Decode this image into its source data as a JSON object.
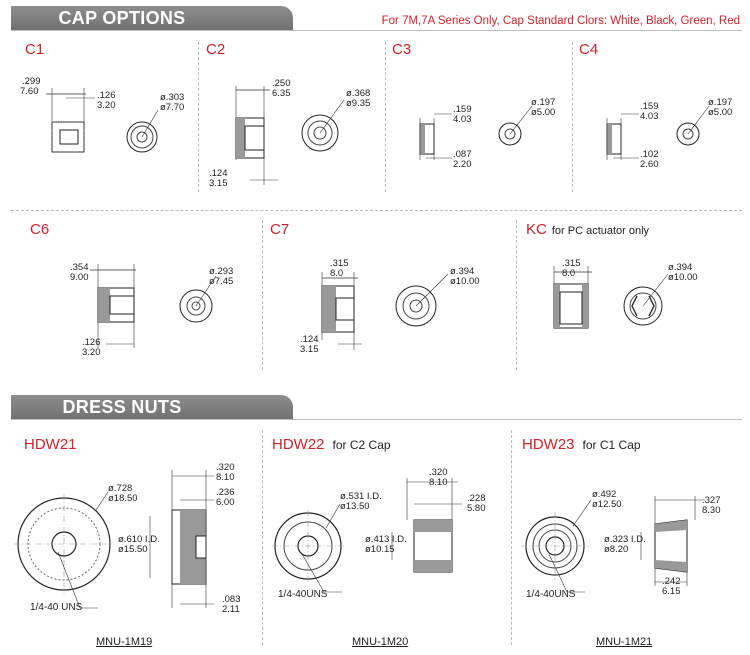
{
  "cap_section": {
    "title": "CAP OPTIONS",
    "note": "For 7M,7A Series Only, Cap Standard Clors: White, Black, Green, Red",
    "caps": [
      {
        "id": "C1",
        "label": "C1",
        "dims": [
          "7.60",
          ".126",
          "3.20",
          "ø.303",
          "ø7.70"
        ],
        "dim_top": ".299"
      },
      {
        "id": "C2",
        "label": "C2",
        "dims": [
          ".250",
          "6.35",
          "ø.368",
          "ø9.35",
          ".124",
          "3.15"
        ]
      },
      {
        "id": "C3",
        "label": "C3",
        "dims": [
          ".159",
          "4.03",
          "ø.197",
          "ø5.00",
          ".087",
          "2.20"
        ]
      },
      {
        "id": "C4",
        "label": "C4",
        "dims": [
          ".159",
          "4.03",
          "ø.197",
          "ø5.00",
          ".102",
          "2.60"
        ]
      },
      {
        "id": "C6",
        "label": "C6",
        "dims": [
          ".354",
          "9.00",
          "ø.293",
          "ø7.45",
          ".126",
          "3.20"
        ]
      },
      {
        "id": "C7",
        "label": "C7",
        "dims": [
          ".315",
          "8.0",
          "ø.394",
          "ø10.00",
          ".124",
          "3.15"
        ]
      },
      {
        "id": "KC",
        "label": "KC",
        "sub": "for PC actuator only",
        "dims": [
          ".315",
          "8.0",
          "ø.394",
          "ø10.00"
        ]
      }
    ]
  },
  "nuts_section": {
    "title": "DRESS NUTS",
    "nuts": [
      {
        "id": "HDW21",
        "label": "HDW21",
        "sub": "",
        "thread": "1/4-40 UNS",
        "part": "MNU-1M19",
        "dims": [
          "ø.728",
          "ø18.50",
          "ø.610 I.D.",
          "ø15.50",
          ".320",
          "8.10",
          ".236",
          "6.00",
          ".083",
          "2.11"
        ]
      },
      {
        "id": "HDW22",
        "label": "HDW22",
        "sub": "for C2 Cap",
        "thread": "1/4-40UNS",
        "part": "MNU-1M20",
        "dims": [
          "ø.531 I.D.",
          "ø13.50",
          "ø.413 I.D.",
          "ø10.15",
          ".320",
          "8.10",
          ".228",
          "5.80"
        ]
      },
      {
        "id": "HDW23",
        "label": "HDW23",
        "sub": "for C1 Cap",
        "thread": "1/4-40UNS",
        "part": "MNU-1M21",
        "dims": [
          "ø.492",
          "ø12.50",
          "ø.323 I.D.",
          "ø8.20",
          ".327",
          "8.30",
          ".242",
          "6.15"
        ]
      }
    ]
  }
}
